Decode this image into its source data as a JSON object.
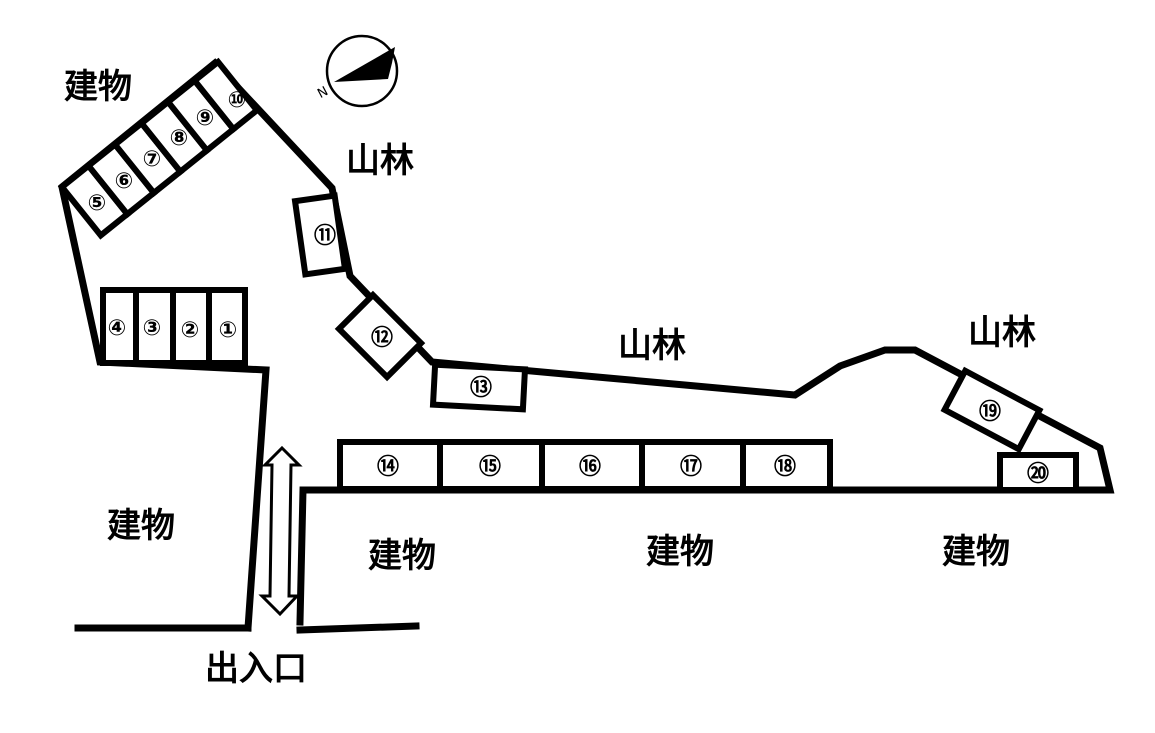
{
  "labels": {
    "building": "建物",
    "forest": "山林",
    "entrance": "出入口",
    "compass_north": "N"
  },
  "parking_spaces": [
    {
      "id": 1,
      "label": "①"
    },
    {
      "id": 2,
      "label": "②"
    },
    {
      "id": 3,
      "label": "③"
    },
    {
      "id": 4,
      "label": "④"
    },
    {
      "id": 5,
      "label": "⑤"
    },
    {
      "id": 6,
      "label": "⑥"
    },
    {
      "id": 7,
      "label": "⑦"
    },
    {
      "id": 8,
      "label": "⑧"
    },
    {
      "id": 9,
      "label": "⑨"
    },
    {
      "id": 10,
      "label": "⑩"
    },
    {
      "id": 11,
      "label": "⑪"
    },
    {
      "id": 12,
      "label": "⑫"
    },
    {
      "id": 13,
      "label": "⑬"
    },
    {
      "id": 14,
      "label": "⑭"
    },
    {
      "id": 15,
      "label": "⑮"
    },
    {
      "id": 16,
      "label": "⑯"
    },
    {
      "id": 17,
      "label": "⑰"
    },
    {
      "id": 18,
      "label": "⑱"
    },
    {
      "id": 19,
      "label": "⑲"
    },
    {
      "id": 20,
      "label": "⑳"
    }
  ],
  "colors": {
    "ink": "#000000",
    "background": "#ffffff"
  }
}
